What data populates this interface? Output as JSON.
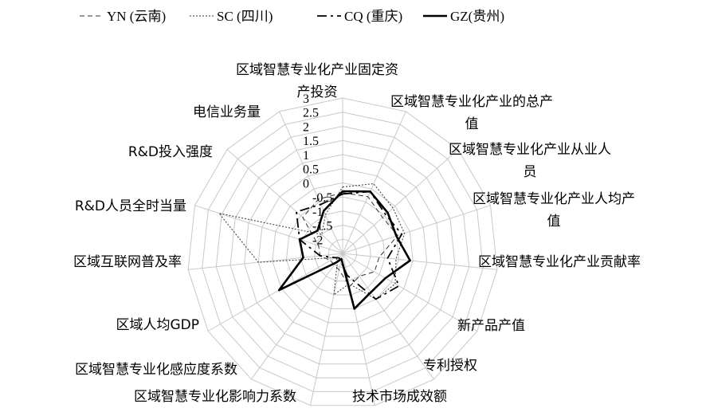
{
  "chart_data": {
    "type": "radar",
    "title": "",
    "categories": [
      "区域智慧专业化产业固定资产投资",
      "区域智慧专业化产业的总产值",
      "区域智慧专业化产业从业人员",
      "区域智慧专业化产业人均产值",
      "区域智慧专业化产业贡献率",
      "新产品产值",
      "专利授权",
      "技术市场成效额",
      "区域智慧专业化影响力系数",
      "区域智慧专业化感应度系数",
      "区域人均GDP",
      "区域互联网普及率",
      "R&D人员全时当量",
      "R&D投入强度",
      "电信业务量"
    ],
    "category_lines": [
      [
        "区域智慧专业化产业固定资",
        "产投资"
      ],
      [
        "区域智慧专业化产业的总产",
        "值"
      ],
      [
        "区域智慧专业化产业从业人",
        "员"
      ],
      [
        "区域智慧专业化产业人均产",
        "值"
      ],
      [
        "区域智慧专业化产业贡献率"
      ],
      [
        "新产品产值"
      ],
      [
        "专利授权"
      ],
      [
        "技术市场成效额"
      ],
      [
        "区域智慧专业化影响力系数"
      ],
      [
        "区域智慧专业化感应度系数"
      ],
      [
        "区域人均GDP"
      ],
      [
        "区域互联网普及率"
      ],
      [
        "R&D人员全时当量"
      ],
      [
        "R&D投入强度"
      ],
      [
        "电信业务量"
      ]
    ],
    "rlim": [
      -2.5,
      3
    ],
    "ticks": [
      -2,
      -1.5,
      -1,
      -0.5,
      0,
      0.5,
      1,
      1.5,
      2,
      2.5,
      3
    ],
    "tick_labels": [
      "-2",
      "-1.5",
      "-1",
      "-0.5",
      "0",
      "0.5",
      "1",
      "1.5",
      "2",
      "2.5",
      "3"
    ],
    "grid": true,
    "legend_position": "top",
    "series": [
      {
        "name": "YN (云南)",
        "dash": "6,4",
        "width": 1,
        "color": "#333333",
        "values": [
          -0.35,
          -0.3,
          -0.6,
          -0.45,
          -1.2,
          -1.2,
          -1.5,
          -1.3,
          -1.9,
          -2.0,
          -2.0,
          -1.7,
          -1.6,
          -0.6,
          -0.4
        ]
      },
      {
        "name": "SC (四川)",
        "dash": "2,2",
        "width": 1,
        "color": "#333333",
        "values": [
          -0.15,
          0.2,
          -0.1,
          -0.2,
          -0.6,
          -0.35,
          -0.5,
          -1.4,
          -1.0,
          -2.2,
          -2.2,
          0.5,
          2.1,
          -1.5,
          -1.0
        ]
      },
      {
        "name": "CQ (重庆)",
        "dash": "12,5,3,5",
        "width": 1.8,
        "color": "#000000",
        "values": [
          -0.4,
          -0.1,
          -0.45,
          -0.3,
          -0.9,
          -0.2,
          -0.5,
          -1.7,
          -2.2,
          -2.3,
          -2.2,
          -1.7,
          -0.9,
          -0.3,
          -0.6
        ]
      },
      {
        "name": "GZ(贵州)",
        "dash": "",
        "width": 2.6,
        "color": "#000000",
        "values": [
          -0.3,
          -0.1,
          -0.35,
          -0.5,
          -0.1,
          -0.75,
          -0.8,
          -0.5,
          -2.3,
          -2.1,
          0.1,
          -1.1,
          -0.9,
          -1.3,
          -0.85
        ]
      }
    ]
  }
}
